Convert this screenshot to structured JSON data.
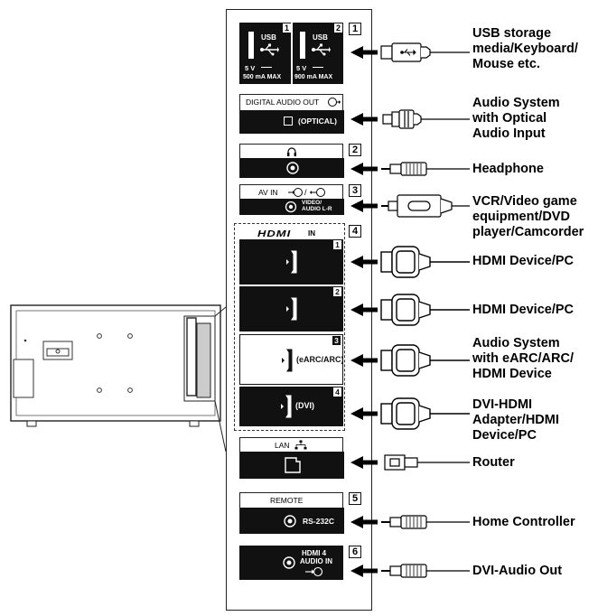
{
  "usb": {
    "port1": {
      "title": "USB",
      "number": "1",
      "voltage": "5 V",
      "current": "500 mA MAX"
    },
    "port2": {
      "title": "USB",
      "number": "2",
      "voltage": "5 V",
      "current": "900 mA MAX"
    }
  },
  "optical": {
    "title": "DIGITAL AUDIO OUT",
    "label": "(OPTICAL)"
  },
  "av_in": {
    "title": "AV IN",
    "sub1": "VIDEO/",
    "sub2": "AUDIO L-R"
  },
  "hdmi": {
    "logo": "HDMI",
    "in_label": "IN",
    "ports": [
      {
        "number": "1",
        "label": ""
      },
      {
        "number": "2",
        "label": ""
      },
      {
        "number": "3",
        "label": "(eARC/ARC)"
      },
      {
        "number": "4",
        "label": "(DVI)"
      }
    ]
  },
  "lan": {
    "title": "LAN"
  },
  "remote": {
    "title": "REMOTE",
    "label": "RS-232C"
  },
  "hdmi_audio": {
    "line1": "HDMI 4",
    "line2": "AUDIO IN"
  },
  "group_numbers": {
    "g1": "1",
    "g2": "2",
    "g3": "3",
    "g4": "4",
    "g5": "5",
    "g6": "6"
  },
  "device_labels": {
    "usb": [
      "USB storage",
      "media/Keyboard/",
      "Mouse etc."
    ],
    "optical": [
      "Audio System",
      "with Optical",
      "Audio Input"
    ],
    "headphone": [
      "Headphone"
    ],
    "av": [
      "VCR/Video game",
      "equipment/DVD",
      "player/Camcorder"
    ],
    "hdmi1": [
      "HDMI Device/PC"
    ],
    "hdmi2": [
      "HDMI Device/PC"
    ],
    "hdmi3": [
      "Audio System",
      "with eARC/ARC/",
      "HDMI Device"
    ],
    "hdmi4": [
      "DVI-HDMI",
      "Adapter/HDMI",
      "Device/PC"
    ],
    "router": [
      "Router"
    ],
    "remote": [
      "Home Controller"
    ],
    "dvi_audio": [
      "DVI-Audio Out"
    ]
  }
}
